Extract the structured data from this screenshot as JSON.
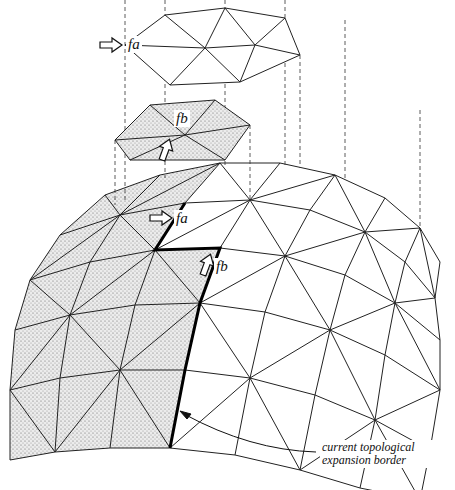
{
  "diagram": {
    "labels": [
      "fa",
      "fb",
      "fa",
      "fb",
      "current topological expansion border"
    ]
  }
}
